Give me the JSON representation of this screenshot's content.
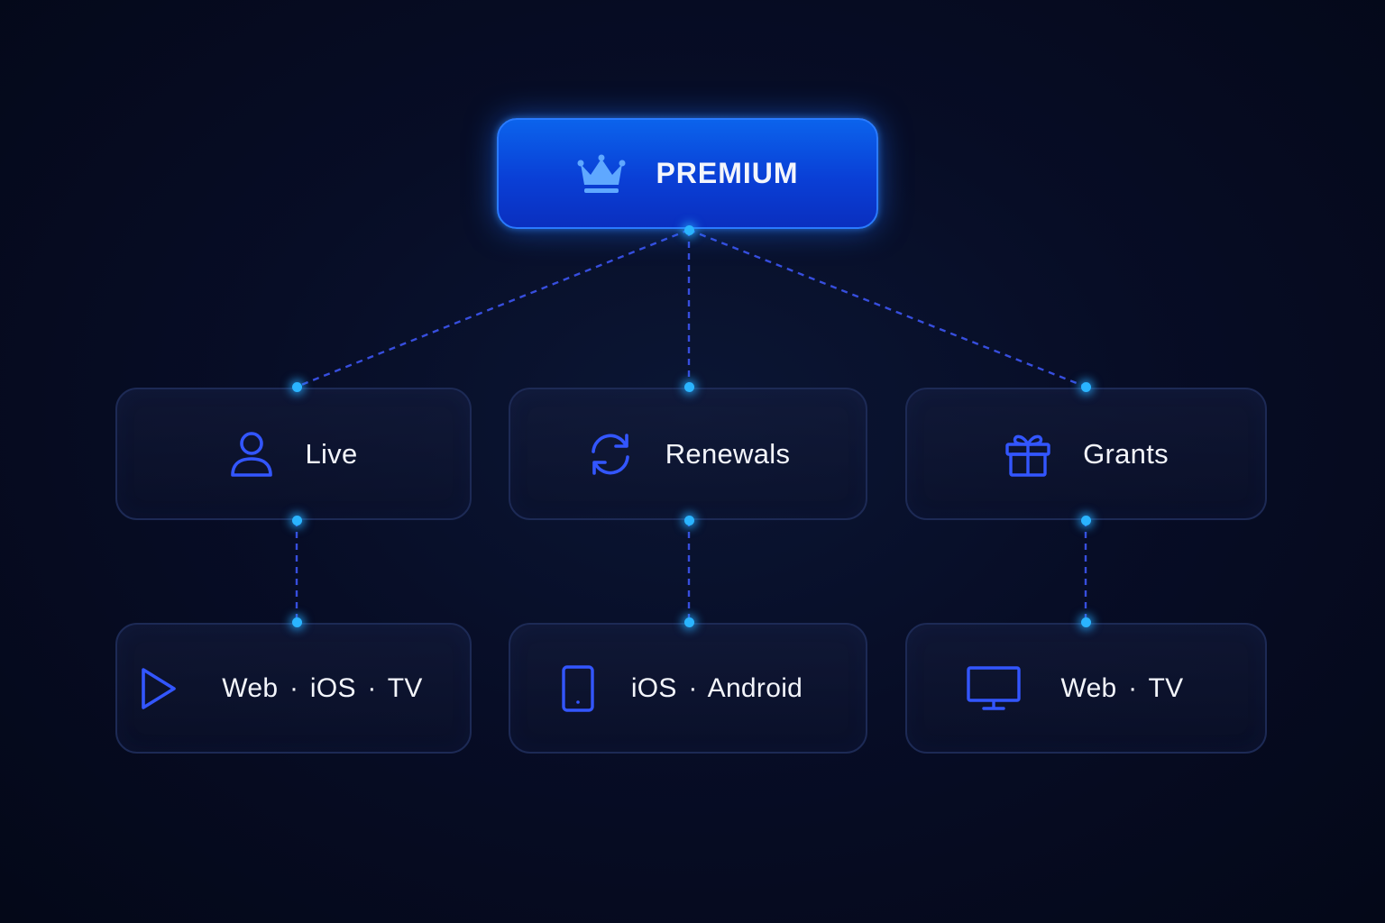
{
  "colors": {
    "accent": "#2ab4ff",
    "icon": "#3356ff",
    "premium_fill": "#0a45dc",
    "node_border": "#1d2a55",
    "text": "#f3f5fb"
  },
  "root": {
    "label": "PREMIUM",
    "icon": "crown-icon"
  },
  "features": [
    {
      "label": "Live",
      "icon": "user-icon"
    },
    {
      "label": "Renewals",
      "icon": "refresh-icon"
    },
    {
      "label": "Grants",
      "icon": "gift-icon"
    }
  ],
  "platforms": [
    {
      "label": "Web · iOS · TV",
      "icon": "play-icon"
    },
    {
      "label": "iOS · Android",
      "icon": "smartphone-icon"
    },
    {
      "label": "Web · TV",
      "icon": "monitor-icon"
    }
  ]
}
